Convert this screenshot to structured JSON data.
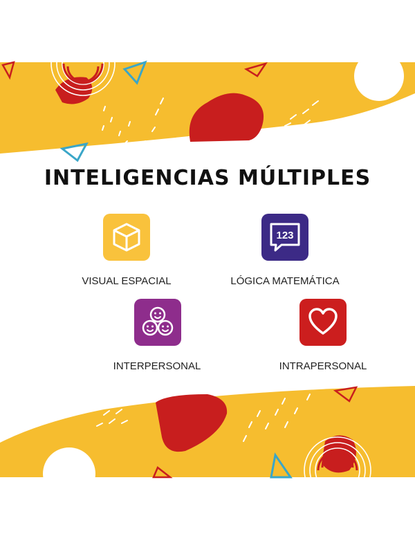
{
  "title": "INTELIGENCIAS MÚLTIPLES",
  "items": [
    {
      "label": "VISUAL ESPACIAL",
      "icon": "cube-icon",
      "color": "#F9C23C"
    },
    {
      "label": "LÓGICA MATEMÁTICA",
      "icon": "numbers-chat-icon",
      "icon_text": "123",
      "color": "#3C2A86"
    },
    {
      "label": "INTERPERSONAL",
      "icon": "group-faces-icon",
      "color": "#8E2D8C"
    },
    {
      "label": "INTRAPERSONAL",
      "icon": "heart-icon",
      "color": "#CC1E1E"
    }
  ],
  "colors": {
    "yellow": "#F6BD2F",
    "red": "#C81E1E",
    "blue": "#3AA6C8",
    "white": "#FFFFFF"
  }
}
